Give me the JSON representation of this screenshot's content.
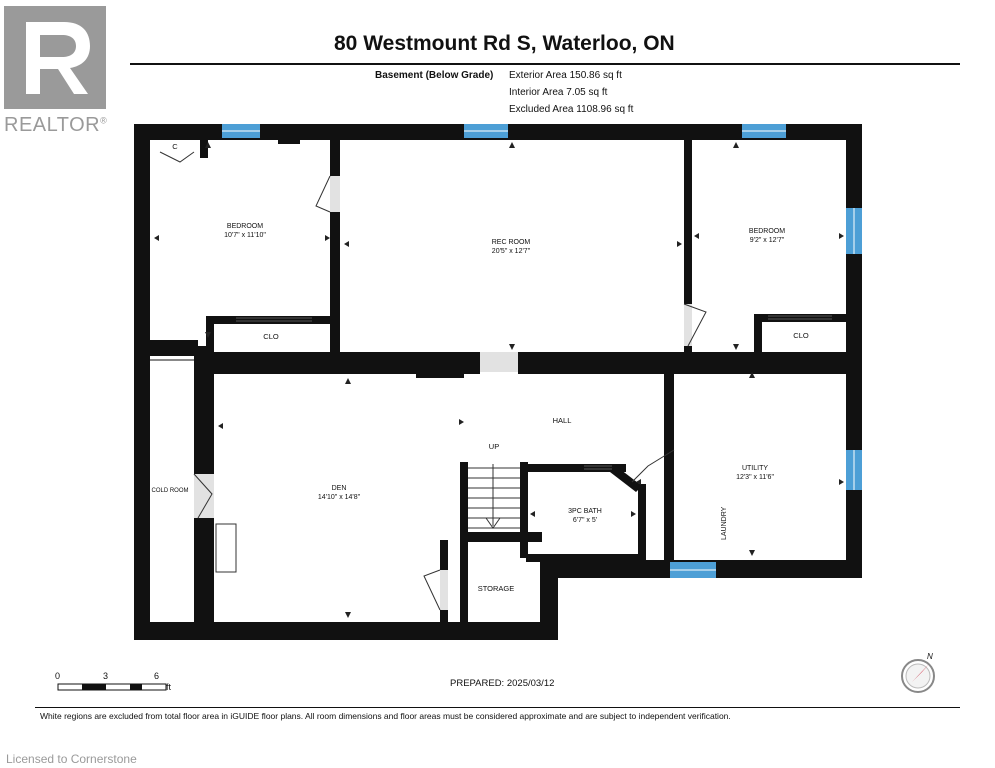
{
  "logo": {
    "brand": "REALTOR",
    "registered": "®"
  },
  "header": {
    "title": "80 Westmount Rd S, Waterloo, ON",
    "level": "Basement (Below Grade)",
    "exterior_area": "Exterior Area 150.86 sq ft",
    "interior_area": "Interior Area 7.05 sq ft",
    "excluded_area": "Excluded Area 1108.96 sq ft"
  },
  "rooms": {
    "bedroom_left": {
      "name": "BEDROOM",
      "dim": "10'7\" x 11'10\""
    },
    "rec_room": {
      "name": "REC ROOM",
      "dim": "20'5\" x 12'7\""
    },
    "bedroom_right": {
      "name": "BEDROOM",
      "dim": "9'2\" x 12'7\""
    },
    "clo_left": "CLO",
    "clo_right": "CLO",
    "closet_c": "C",
    "hall": "HALL",
    "up": "UP",
    "cold_room": "COLD ROOM",
    "den": {
      "name": "DEN",
      "dim": "14'10\" x 14'8\""
    },
    "bath": {
      "name": "3PC BATH",
      "dim": "6'7\" x 5'"
    },
    "utility": {
      "name": "UTILITY",
      "dim": "12'3\" x 11'6\""
    },
    "laundry": "LAUNDRY",
    "storage": "STORAGE"
  },
  "scale": {
    "t0": "0",
    "t3": "3",
    "t6": "6",
    "unit": "ft"
  },
  "compass": {
    "north": "N"
  },
  "prepared": "PREPARED: 2025/03/12",
  "footer_note": "White regions are excluded from total floor area in iGUIDE floor plans. All room dimensions and floor areas must be considered approximate and are subject to independent verification.",
  "licensed": "Licensed to Cornerstone",
  "colors": {
    "wall": "#111111",
    "window": "#4d9fd6",
    "logo": "#9a9a9a",
    "compass_arrow": "#e0334a"
  },
  "icons": [
    "realtor-logo-icon",
    "compass-icon",
    "stair-arrow-icon",
    "dimension-arrow-icon"
  ]
}
